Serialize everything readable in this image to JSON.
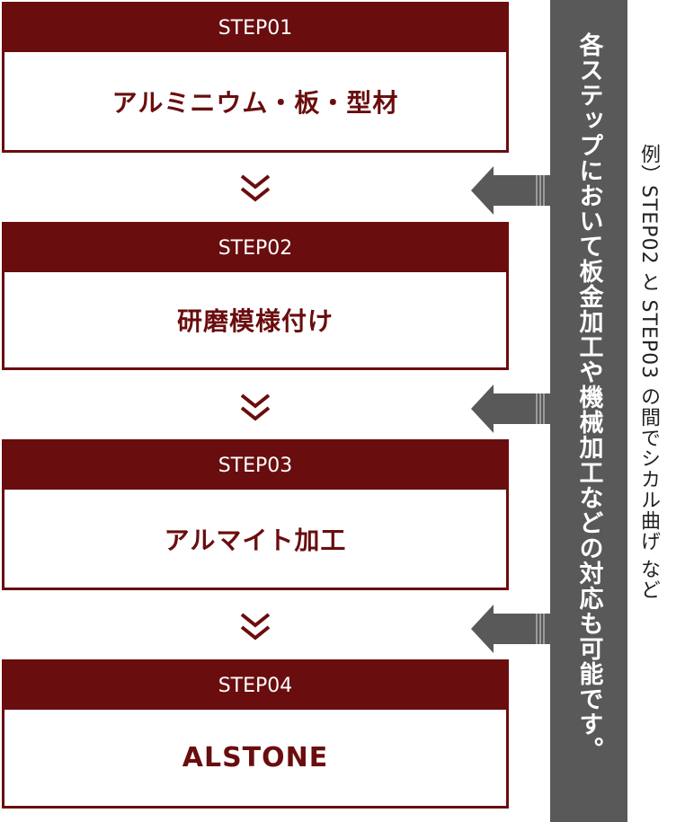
{
  "steps": [
    {
      "label": "STEP01",
      "title": "アルミニウム・板・型材"
    },
    {
      "label": "STEP02",
      "title": "研磨模様付け"
    },
    {
      "label": "STEP03",
      "title": "アルマイト加工"
    },
    {
      "label": "STEP04",
      "title": "ALSTONE"
    }
  ],
  "side_panel": "各ステップにおいて板金加工や機械加工などの対応も可能です。",
  "note": "例）STEP02 と STEP03 の間でシカル曲げ など",
  "colors": {
    "accent": "#6a0d0e",
    "panel": "#595959"
  }
}
